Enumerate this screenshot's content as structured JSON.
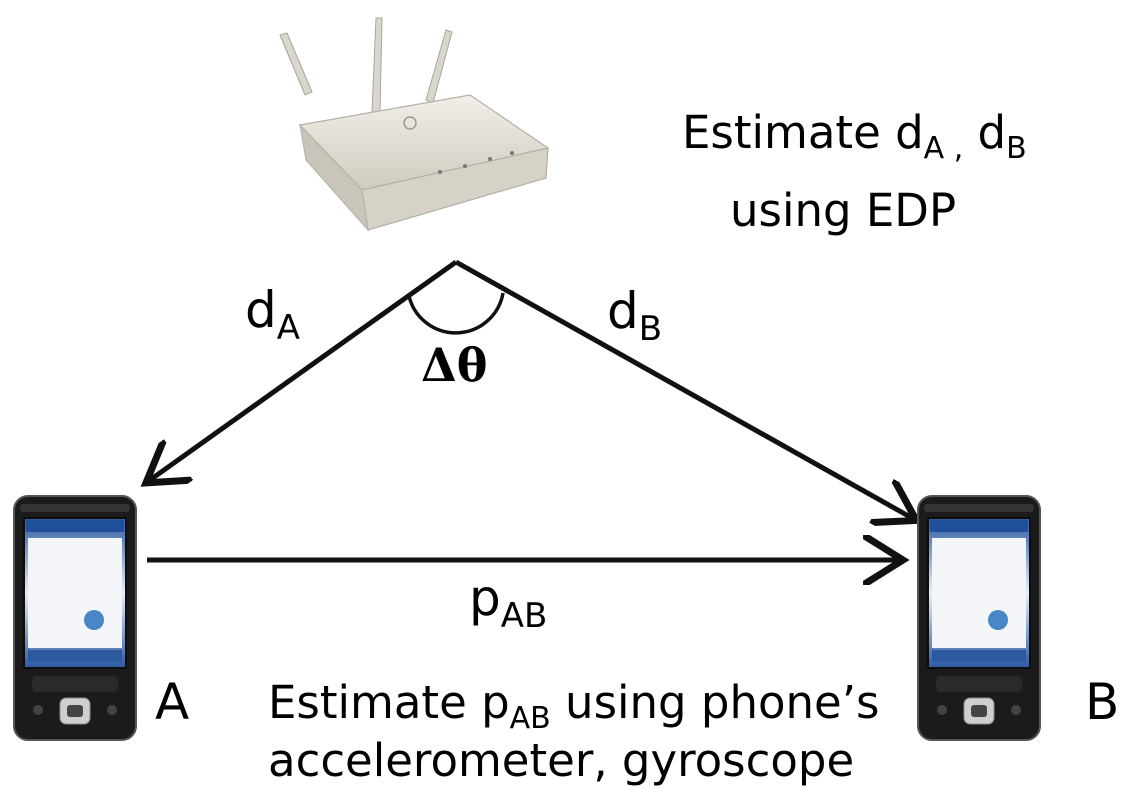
{
  "router": {
    "icon": "wifi-router"
  },
  "phones": [
    {
      "id": "A",
      "icon": "pda-phone",
      "label": "A"
    },
    {
      "id": "B",
      "icon": "pda-phone",
      "label": "B"
    }
  ],
  "edges": {
    "dA": {
      "base": "d",
      "sub": "A"
    },
    "dB": {
      "base": "d",
      "sub": "B"
    },
    "pAB": {
      "base": "p",
      "sub": "AB"
    },
    "angle": "Δθ"
  },
  "notes": {
    "top_line1_prefix": "Estimate d",
    "top_line1_sub1": "A ,",
    "top_line1_mid": " d",
    "top_line1_sub2": "B",
    "top_line2": "using EDP",
    "bottom_line1_prefix": "Estimate p",
    "bottom_line1_sub": "AB",
    "bottom_line1_suffix": " using phone’s",
    "bottom_line2": "accelerometer, gyroscope"
  },
  "colors": {
    "arrow": "#111111",
    "router_body": "#e6e3da",
    "phone_body": "#1a1a1a",
    "screen": "#3d6fb0"
  }
}
